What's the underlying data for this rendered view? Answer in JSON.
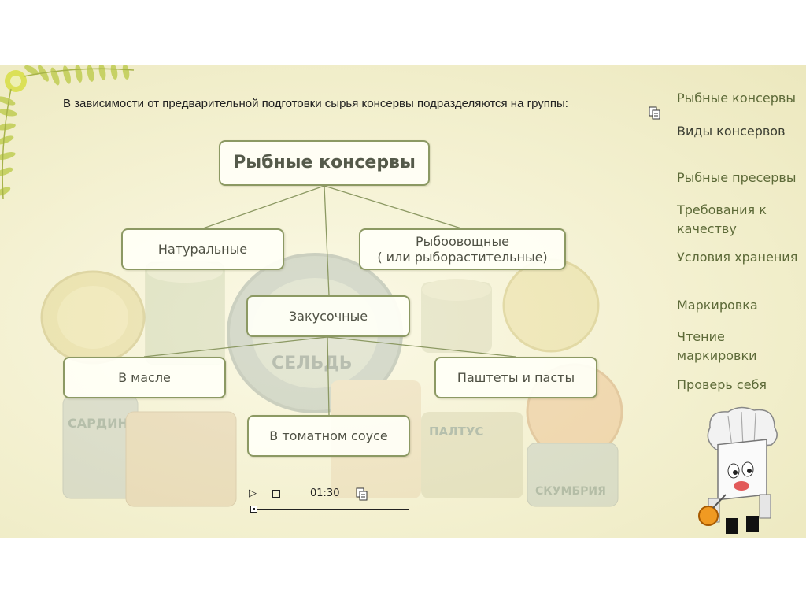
{
  "slide": {
    "intro_text": "В зависимости от предварительной подготовки сырья консервы подразделяются на группы:"
  },
  "diagram": {
    "root": "Рыбные консервы",
    "natural": "Натуральные",
    "veg_line1": "Рыбоовощные",
    "veg_line2": "( или рыборастительные)",
    "snack": "Закусочные",
    "oil": "В масле",
    "pate": "Паштеты и пасты",
    "tomato": "В томатном соусе"
  },
  "background_labels": {
    "can_center": "СЕЛЬДЬ",
    "can_left": "САРДИН",
    "can_right_bottom": "СКУМБРИЯ",
    "can_right_mid": "ПАЛТУС"
  },
  "menu": {
    "items": [
      {
        "label": "Рыбные консервы"
      },
      {
        "label": "Виды консервов"
      },
      {
        "label": "Рыбные пресервы"
      },
      {
        "label": "Требования к качеству"
      },
      {
        "label": "Условия хранения"
      },
      {
        "label": "Маркировка"
      },
      {
        "label": "Чтение маркировки"
      },
      {
        "label": "Проверь себя"
      }
    ]
  },
  "player": {
    "time": "01:30",
    "progress": 0.0
  },
  "colors": {
    "box_border": "#8c9963",
    "menu_text": "#5d6a38",
    "slide_bg": "#f3f0cf"
  },
  "icons": {
    "play": "play-icon",
    "stop": "stop-icon",
    "note": "document-icon"
  }
}
